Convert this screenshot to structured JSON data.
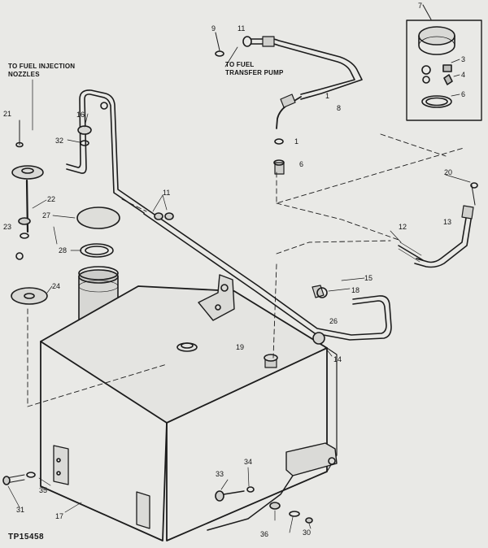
{
  "captions": {
    "injection_line1": "TO FUEL INJECTION",
    "injection_line2": "NOZZLES",
    "transfer_line1": "TO FUEL",
    "transfer_line2": "TRANSFER PUMP",
    "figure_id": "TP15458"
  },
  "callouts": {
    "c_top_inset": "7",
    "c_inset_3": "3",
    "c_inset_4": "4",
    "c_inset_6": "6",
    "c_top_9": "9",
    "c_top_11": "11",
    "c_top_8": "8",
    "c_top_1a": "1",
    "c_top_1b": "1",
    "c_top_6": "6",
    "c_21": "21",
    "c_16": "16",
    "c_32": "32",
    "c_22": "22",
    "c_27": "27",
    "c_23": "23",
    "c_28": "28",
    "c_24": "24",
    "c_11": "11",
    "c_12": "12",
    "c_13": "13",
    "c_20": "20",
    "c_15": "15",
    "c_18": "18",
    "c_26": "26",
    "c_14": "14",
    "c_19": "19",
    "c_33": "33",
    "c_34": "34",
    "c_35": "35",
    "c_31": "31",
    "c_17": "17",
    "c_36": "36",
    "c_30": "30"
  }
}
